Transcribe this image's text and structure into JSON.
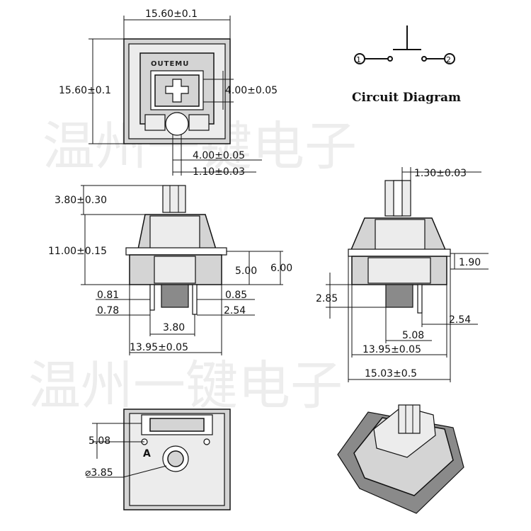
{
  "watermark": {
    "row1": "温州一键电子",
    "row2": "温州一键电子"
  },
  "brand": "OUTEMU",
  "circuit": {
    "title": "Circuit Diagram",
    "pin1": "1",
    "pin2": "2"
  },
  "top_view": {
    "width": "15.60±0.1",
    "height": "15.60±0.1",
    "cross": "4.00±0.05",
    "stem_width": "4.00±0.05",
    "stem_slot": "1.10±0.03"
  },
  "front_view": {
    "stem_height": "3.80±0.30",
    "body_height": "11.00±0.15",
    "h_500": "5.00",
    "h_600": "6.00",
    "d_081": "0.81",
    "d_078": "0.78",
    "d_085": "0.85",
    "d_254": "2.54",
    "d_380": "3.80",
    "base_width": "13.95±0.05"
  },
  "side_view": {
    "stem_slot": "1.30±0.03",
    "d_190": "1.90",
    "d_285": "2.85",
    "d_254": "2.54",
    "d_508": "5.08",
    "base_width": "13.95±0.05",
    "total_width": "15.03±0.5"
  },
  "bottom_view": {
    "d_508": "5.08",
    "letter_a": "A",
    "hole_diameter": "⌀3.85"
  }
}
